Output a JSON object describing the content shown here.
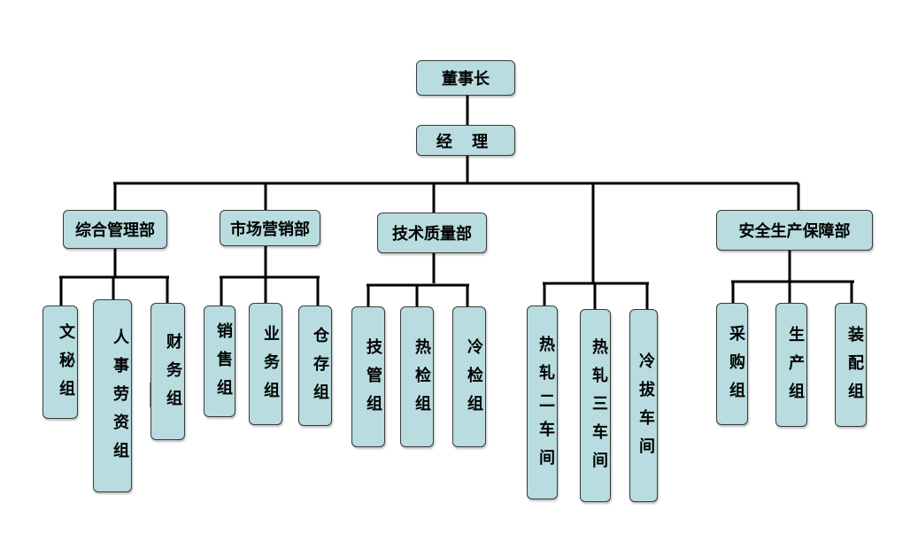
{
  "chairman": "董事长",
  "manager": "经 理",
  "departments": [
    {
      "name": "综合管理部",
      "groups": [
        "文秘组",
        "人事劳资组",
        "财务组"
      ]
    },
    {
      "name": "市场营销部",
      "groups": [
        "销售组",
        "业务组",
        "仓存组"
      ]
    },
    {
      "name": "技术质量部",
      "groups": [
        "技管组",
        "热检组",
        "冷检组"
      ]
    },
    {
      "name": "",
      "groups": [
        "热轧二车间",
        "热轧三车间",
        "冷拔车间"
      ]
    },
    {
      "name": "安全生产保障部",
      "groups": [
        "采购组",
        "生产组",
        "装配组"
      ]
    }
  ]
}
